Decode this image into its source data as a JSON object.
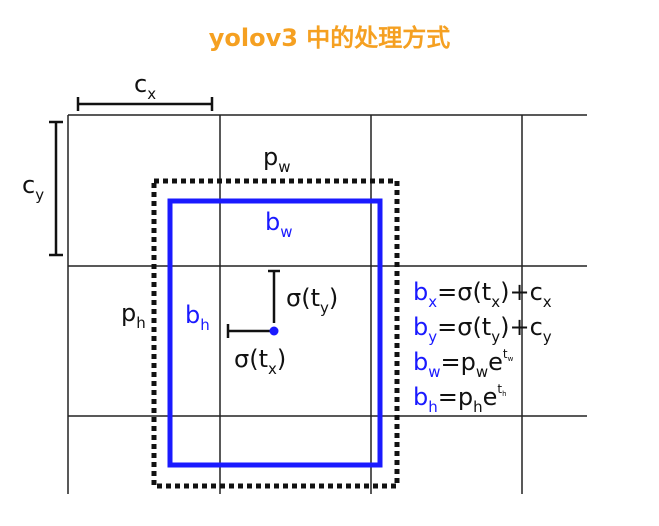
{
  "title": "yolov3 中的处理方式",
  "colors": {
    "title": "#f5a021",
    "blue": "#1a1aff",
    "black": "#111111",
    "grid": "#222222"
  },
  "labels": {
    "cx": {
      "main": "c",
      "sub": "x"
    },
    "cy": {
      "main": "c",
      "sub": "y"
    },
    "pw": {
      "main": "p",
      "sub": "w"
    },
    "ph": {
      "main": "p",
      "sub": "h"
    },
    "bw": {
      "main": "b",
      "sub": "w"
    },
    "bh": {
      "main": "b",
      "sub": "h"
    },
    "sigma_ty": {
      "open": "σ(t",
      "sub": "y",
      "close": ")"
    },
    "sigma_tx": {
      "open": "σ(t",
      "sub": "x",
      "close": ")"
    }
  },
  "formulas": [
    {
      "lhs": "b",
      "lhs_sub": "x",
      "rhs": "=σ(t",
      "rhs_sub": "x",
      "rhs_tail": ")+c",
      "tail_sub": "x"
    },
    {
      "lhs": "b",
      "lhs_sub": "y",
      "rhs": "=σ(t",
      "rhs_sub": "y",
      "rhs_tail": ")+c",
      "tail_sub": "y"
    },
    {
      "lhs": "b",
      "lhs_sub": "w",
      "rhs": "=p",
      "rhs_sub": "w",
      "rhs_tail": "e",
      "sup": "t",
      "sup_sub": "w"
    },
    {
      "lhs": "b",
      "lhs_sub": "h",
      "rhs": "=p",
      "rhs_sub": "h",
      "rhs_tail": "e",
      "sup": "t",
      "sup_sub": "h"
    }
  ]
}
